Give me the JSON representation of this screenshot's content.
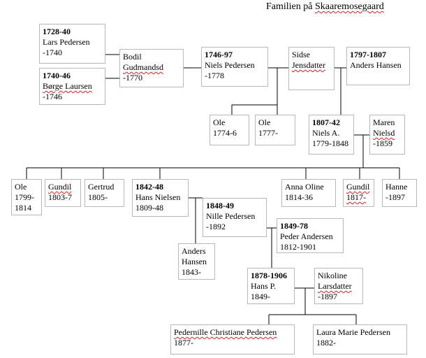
{
  "title": {
    "text_before": "Familien på ",
    "text_underlined": "Skaaremosegaard"
  },
  "people": {
    "lars": {
      "line1": "1728-40",
      "line2": "Lars Pedersen",
      "line3": "-1740"
    },
    "borge": {
      "line1": "1740-46",
      "line2": "Børge Laursen",
      "line3": "-1746"
    },
    "bodil": {
      "line1": "Bodil",
      "line2": "Gudmandsd",
      "line3": "-1770"
    },
    "niels1": {
      "line1": "1746-97",
      "line2": "Niels Pedersen",
      "line3": "-1778"
    },
    "sidse": {
      "line1": "Sidse",
      "line2": "Jensdatter"
    },
    "anders1": {
      "line1": "1797-1807",
      "line2": "Anders Hansen"
    },
    "ole1": {
      "line1": "Ole",
      "line2": "1774-6"
    },
    "ole2": {
      "line1": "Ole",
      "line2": "1777-"
    },
    "niels2": {
      "line1": "1807-42",
      "line2": "Niels A.",
      "line3": "1779-1848"
    },
    "maren": {
      "line1": "Maren",
      "line2": "Nielsd",
      "line3": "-1859"
    },
    "ole3": {
      "line1": "Ole",
      "line2": "1799-",
      "line3": "1814"
    },
    "gundil1": {
      "line1": "Gundil",
      "line2": "1803-7"
    },
    "gertrud": {
      "line1": "Gertrud",
      "line2": "1805-"
    },
    "hans": {
      "line1": "1842-48",
      "line2": "Hans Nielsen",
      "line3": "1809-48"
    },
    "annaoline": {
      "line1": "Anna Oline",
      "line2": "1814-36"
    },
    "gundil2": {
      "line1": "Gundil",
      "line2": "1817-"
    },
    "hanne": {
      "line1": "Hanne",
      "line2": "-1897"
    },
    "nille": {
      "line1": "1848-49",
      "line2": "Nille Pedersen",
      "line3": "-1892"
    },
    "peder": {
      "line1": "1849-78",
      "line2": "Peder Andersen",
      "line3": "1812-1901"
    },
    "anders2": {
      "line1": "Anders",
      "line2": "Hansen",
      "line3": "1843-"
    },
    "hansp": {
      "line1": "1878-1906",
      "line2": "Hans P.",
      "line3": "1849-"
    },
    "nikoline": {
      "line1": "Nikoline",
      "line2": "Larsdatter",
      "line3": "-1897"
    },
    "pedernille": {
      "line1": "Pedernille Christiane Pedersen",
      "line2": "1877-"
    },
    "laura": {
      "line1": "Laura Marie Pedersen",
      "line2": "1882-"
    }
  }
}
